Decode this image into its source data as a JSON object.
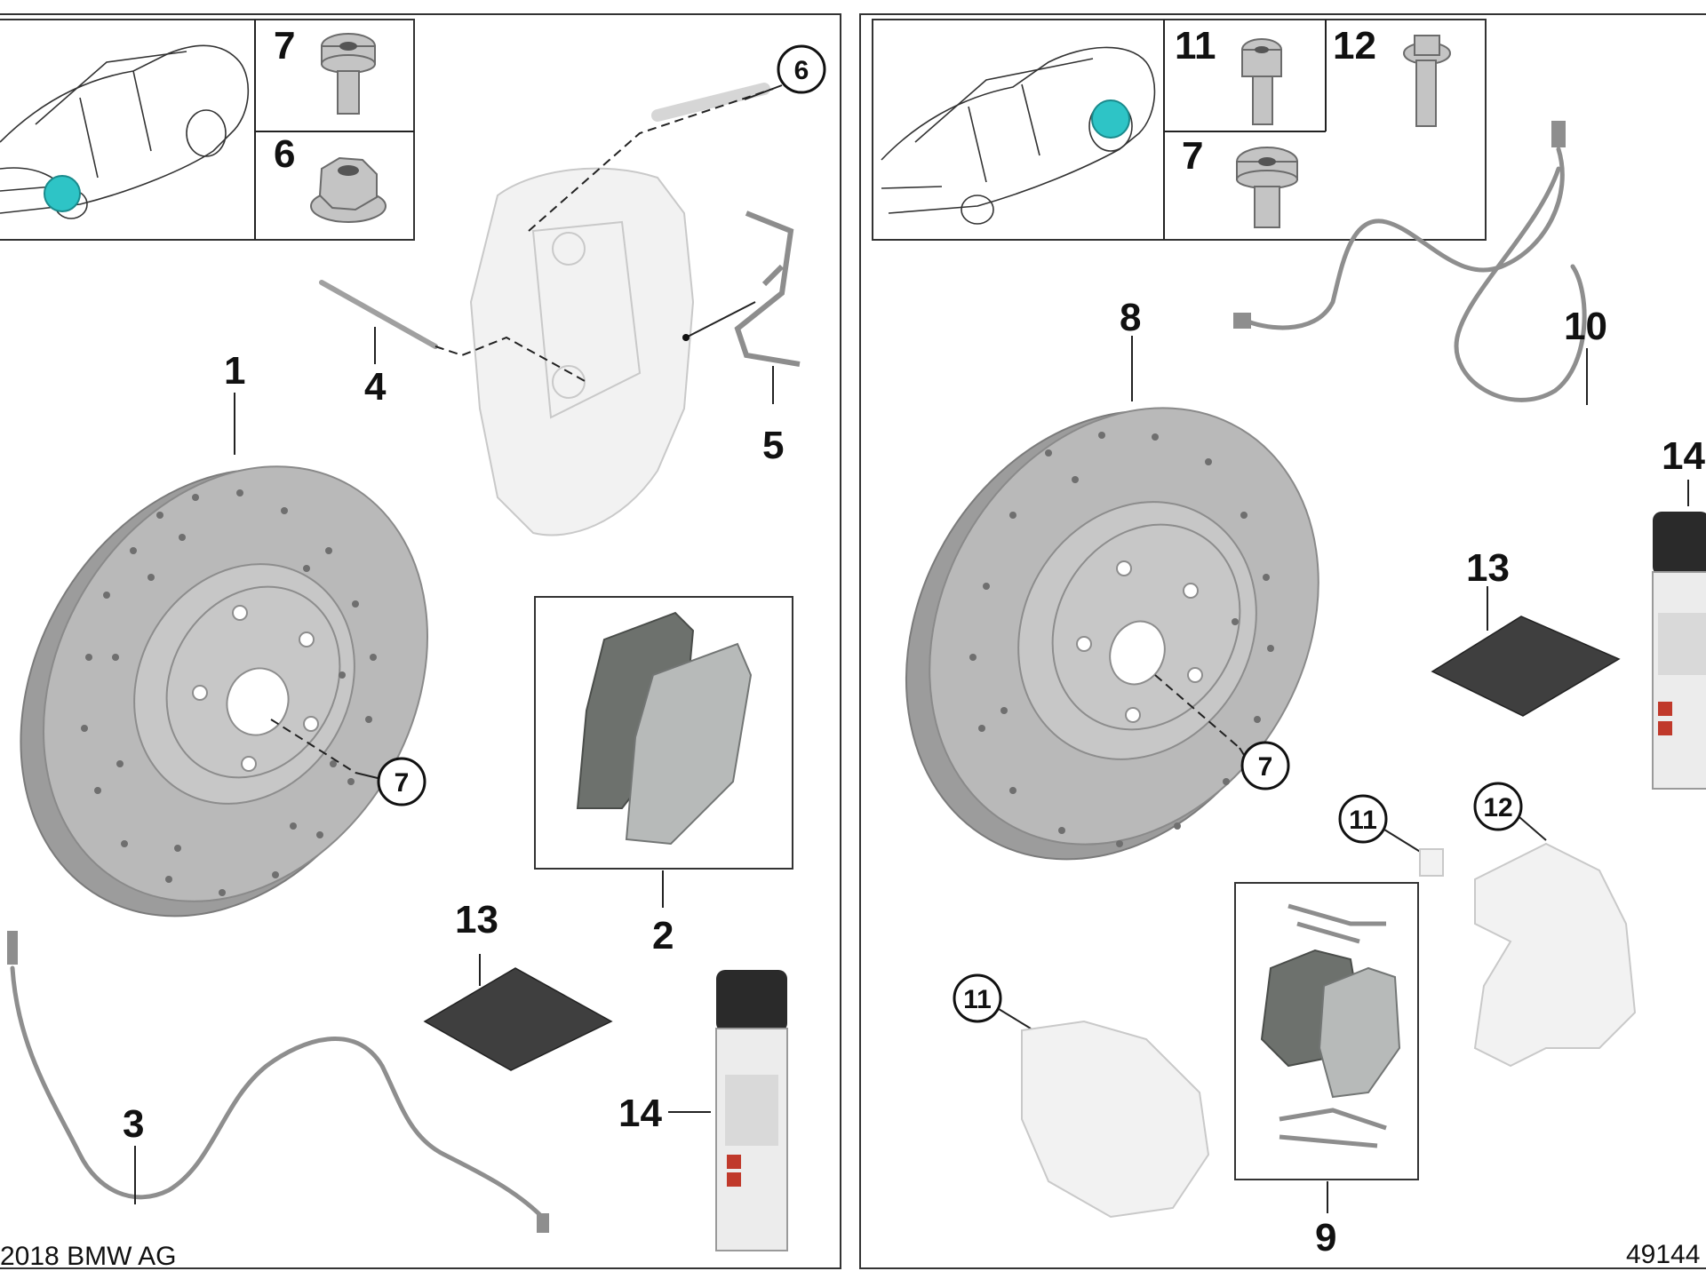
{
  "colors": {
    "location_marker": "#2ec4c6",
    "part_grey": "#b9b9b9",
    "frame": "#333333"
  },
  "left_panel": {
    "header_labels": {
      "bolt_label": "7",
      "nut_label": "6"
    },
    "callouts": {
      "disc": "1",
      "pads": "2",
      "wear_sensor": "3",
      "pin": "4",
      "spring": "5",
      "caliper_ref": "6",
      "disc_screw_ref": "7",
      "sachet": "13",
      "spray": "14"
    }
  },
  "right_panel": {
    "header_labels": {
      "bolt_a": "11",
      "bolt_b": "12",
      "bolt_c": "7"
    },
    "callouts": {
      "disc": "8",
      "pads_kit": "9",
      "wear_sensor": "10",
      "disc_screw_ref": "7",
      "caliper_left_ref": "11",
      "bolt_small_ref": "11",
      "caliper_right_ref": "12",
      "sachet": "13",
      "spray": "14"
    }
  },
  "footer": {
    "copyright": "2018 BMW AG",
    "diagram_number": "49144"
  }
}
